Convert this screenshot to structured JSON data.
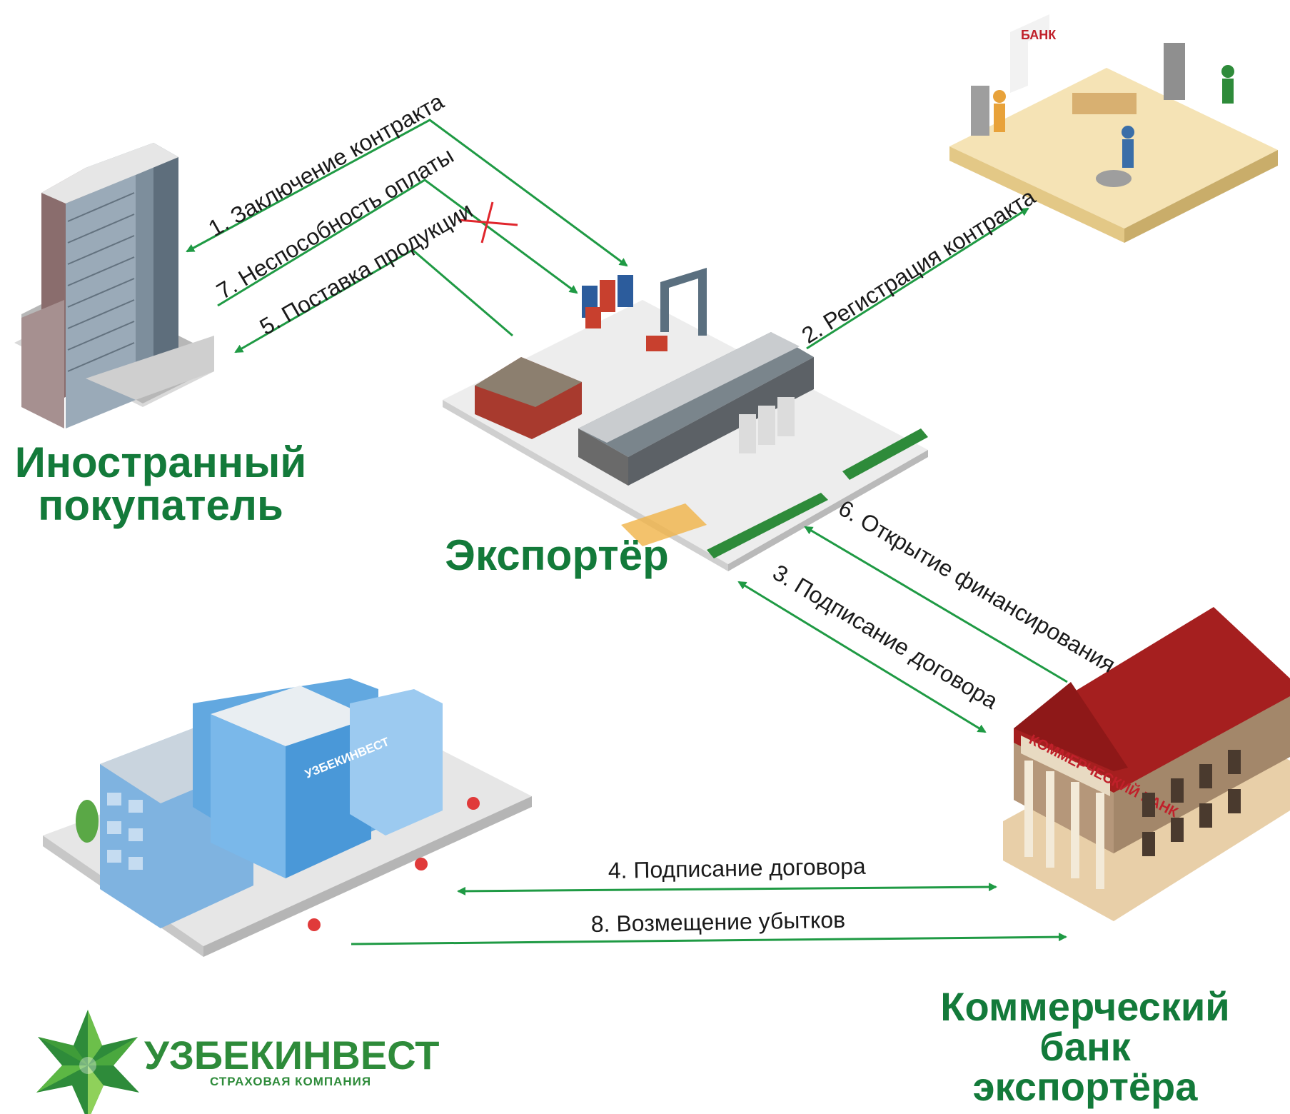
{
  "parties": {
    "buyer": [
      "Иностранный",
      "покупатель"
    ],
    "exporter": [
      "Экспортёр"
    ],
    "bank": [
      "Коммерческий",
      "банк",
      "экспортёра"
    ]
  },
  "signs": {
    "bank_office": "БАНК",
    "commercial_bank": "КОММЕРЧЕСКИЙ БАНК",
    "insurer_building": "УЗБЕКИНВЕСТ"
  },
  "steps": [
    {
      "id": 1,
      "text": "1. Заключение контракта"
    },
    {
      "id": 7,
      "text": "7. Неспособность оплаты"
    },
    {
      "id": 5,
      "text": "5. Поставка продукции"
    },
    {
      "id": 2,
      "text": "2. Регистрация контракта"
    },
    {
      "id": 6,
      "text": "6. Открытие финансирования"
    },
    {
      "id": 3,
      "text": "3. Подписание договора"
    },
    {
      "id": 4,
      "text": "4. Подписание договора"
    },
    {
      "id": 8,
      "text": "8. Возмещение убытков"
    }
  ],
  "logo": {
    "name": "УЗБЕКИНВЕСТ",
    "subtitle": "СТРАХОВАЯ КОМПАНИЯ"
  },
  "colors": {
    "arrow": "#1f9a44",
    "label": "#137a3a",
    "cross": "#e0262d",
    "logo": "#2e8b3a"
  }
}
